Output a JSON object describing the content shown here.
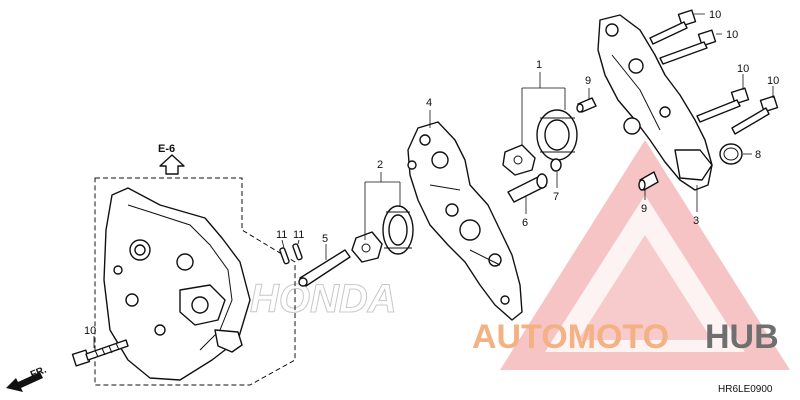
{
  "reference": {
    "label": "E-6"
  },
  "callouts": [
    {
      "id": "c1",
      "text": "1"
    },
    {
      "id": "c2",
      "text": "2"
    },
    {
      "id": "c3",
      "text": "3"
    },
    {
      "id": "c4",
      "text": "4"
    },
    {
      "id": "c5",
      "text": "5"
    },
    {
      "id": "c6",
      "text": "6"
    },
    {
      "id": "c7",
      "text": "7"
    },
    {
      "id": "c8",
      "text": "8"
    },
    {
      "id": "c9a",
      "text": "9"
    },
    {
      "id": "c9b",
      "text": "9"
    },
    {
      "id": "c10a",
      "text": "10"
    },
    {
      "id": "c10b",
      "text": "10"
    },
    {
      "id": "c10c",
      "text": "10"
    },
    {
      "id": "c10d",
      "text": "10"
    },
    {
      "id": "c10e",
      "text": "10"
    },
    {
      "id": "c11a",
      "text": "11"
    },
    {
      "id": "c11b",
      "text": "11"
    }
  ],
  "direction": {
    "label": "FR."
  },
  "diagram_code": "HR6LE0900",
  "watermark": {
    "auto": "AUTOMOTO",
    "hub": "HUB",
    "brand": "HONDA"
  },
  "colors": {
    "watermark_red": "#e05050",
    "watermark_orange": "#f4b183",
    "watermark_gray": "#6f6f6f"
  }
}
